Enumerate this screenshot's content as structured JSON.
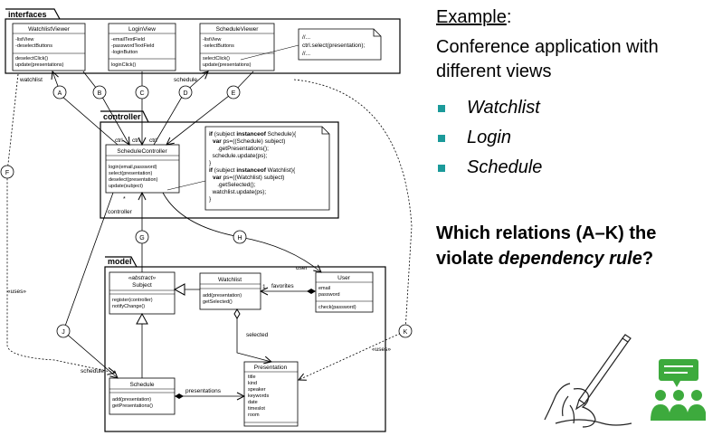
{
  "packages": {
    "interfaces": {
      "label": "interfaces"
    },
    "controller": {
      "label": "controller"
    },
    "model": {
      "label": "model"
    }
  },
  "classes": {
    "watchlist_viewer": {
      "name": "WatchlistViewer",
      "attributes": [
        "-listView",
        "-deselectButtons"
      ],
      "methods": [
        "deselectClick()",
        "update(presentations)"
      ]
    },
    "login_view": {
      "name": "LoginView",
      "attributes": [
        "-emailTextField",
        "-passwordTextField",
        "-loginButton"
      ],
      "methods": [
        "loginClick()"
      ]
    },
    "schedule_viewer": {
      "name": "ScheduleViewer",
      "attributes": [
        "-listView",
        "-selectButtons"
      ],
      "methods": [
        "selectClick()",
        "update(presentations)"
      ]
    },
    "schedule_controller": {
      "name": "ScheduleController",
      "methods": [
        "login(email,password)",
        "select(presentation)",
        "deselect(presentation)",
        "update(subject)"
      ]
    },
    "subject": {
      "stereotype": "«abstract»",
      "name": "Subject",
      "methods": [
        "register(controller)",
        "notifyChange()"
      ]
    },
    "watchlist": {
      "name": "Watchlist",
      "methods": [
        "add(presentation)",
        "getSelected()"
      ]
    },
    "user": {
      "name": "User",
      "attributes": [
        "email",
        "password"
      ],
      "methods": [
        "check(password)"
      ]
    },
    "schedule": {
      "name": "Schedule",
      "methods": [
        "add(presentation)",
        "getPresentations()"
      ]
    },
    "presentation": {
      "name": "Presentation",
      "attributes": [
        "title",
        "kind",
        "speaker",
        "keywords",
        "date",
        "timeslot",
        "room"
      ]
    }
  },
  "notes": {
    "view_note": [
      "//...",
      "ctrl.select(presentation);",
      "//..."
    ],
    "controller_note": [
      {
        "kw": "if",
        "rest": " (subject  ",
        "kw2": "instanceof",
        "rest2": "   Schedule){"
      },
      {
        "kw": "var",
        "rest": " ps=((Schedule) subject)"
      },
      {
        "text": "    .getPresentations();"
      },
      {
        "text": "  schedule.update(ps);"
      },
      {
        "text": "}"
      },
      {
        "kw": "if",
        "rest": " (subject  ",
        "kw2": "instanceof",
        "rest2": "   Watchlist){"
      },
      {
        "kw": "var",
        "rest": " ps=((Watchlist) subject)"
      },
      {
        "text": "    .getSelected();"
      },
      {
        "text": "  watchlist.update(ps);"
      },
      {
        "text": "}"
      }
    ]
  },
  "relation_labels": [
    "A",
    "B",
    "C",
    "D",
    "E",
    "F",
    "G",
    "H",
    "J",
    "K"
  ],
  "edge_labels": {
    "watchlist": "watchlist",
    "schedule_top": "schedule",
    "ctrl1": "ctrl",
    "ctrl2": "ctrl",
    "ctrl3": "ctrl",
    "controller": "controller",
    "star": "*",
    "uses_left": "«uses»",
    "uses_right": "«uses»",
    "user": "user",
    "one": "1",
    "favorites": "favorites",
    "selected": "selected",
    "schedule_bottom": "schedule",
    "presentations": "presentations"
  },
  "right_panel": {
    "example_word": "Example",
    "example_colon": ":",
    "description": "Conference application with different views",
    "views": [
      "Watchlist",
      "Login",
      "Schedule"
    ],
    "question_part1": "Which relations (A–K) the violate ",
    "question_italic": "dependency rule",
    "question_part2": "?"
  },
  "icons": {
    "hand": "hand-writing-icon",
    "group_discussion": "group-discussion-icon"
  },
  "colors": {
    "bullet": "#1b9a9a",
    "group_icon": "#3daa3d"
  }
}
